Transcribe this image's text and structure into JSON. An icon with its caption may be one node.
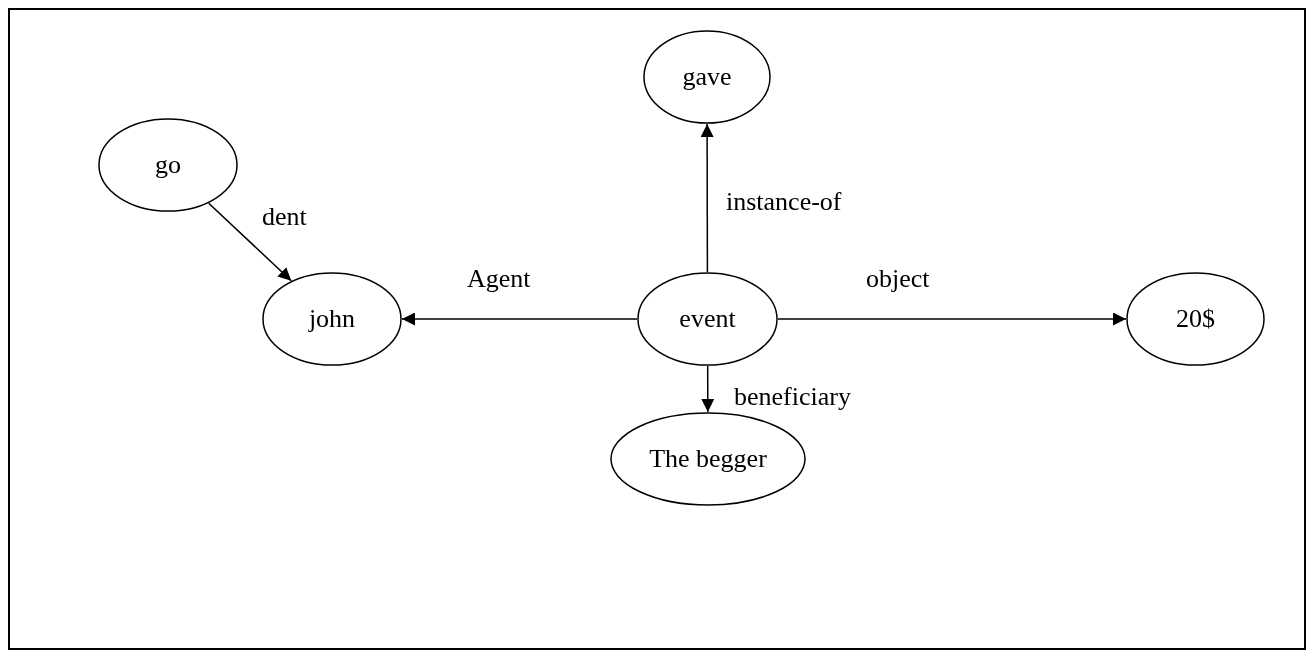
{
  "diagram": {
    "nodes": [
      {
        "text": [
          "gave"
        ]
      },
      {
        "text": [
          "go"
        ]
      },
      {
        "text": [
          "john"
        ]
      },
      {
        "text": [
          "event"
        ]
      },
      {
        "text": [
          "20$"
        ]
      },
      {
        "text": [
          "The begger"
        ]
      }
    ],
    "edges": [
      {
        "from": 3,
        "to": 0,
        "arrow": "to",
        "label": "instance-of"
      },
      {
        "from": 1,
        "to": 2,
        "arrow": "to",
        "label": "dent"
      },
      {
        "from": 3,
        "to": 2,
        "arrow": "to",
        "label": "Agent"
      },
      {
        "from": 3,
        "to": 4,
        "arrow": "to",
        "label": "object"
      },
      {
        "from": 3,
        "to": 5,
        "arrow": "to",
        "label": "beneficiary"
      }
    ]
  }
}
